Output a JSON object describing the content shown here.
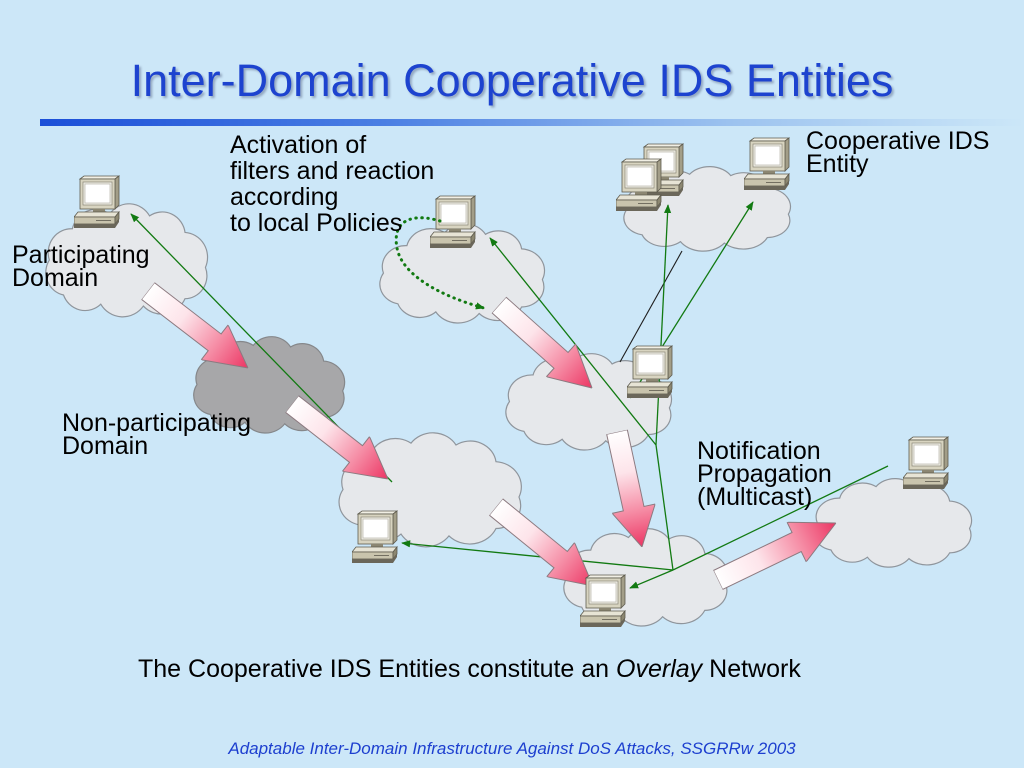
{
  "slide": {
    "title": "Inter-Domain Cooperative IDS Entities",
    "footer": "Adaptable Inter-Domain Infrastructure Against DoS Attacks, SSGRRw 2003"
  },
  "labels": {
    "activation": [
      "Activation of",
      "filters and reaction",
      "according",
      "to local Policies"
    ],
    "cooperative_entity": [
      "Cooperative IDS",
      "Entity"
    ],
    "participating": [
      "Participating",
      "Domain"
    ],
    "non_participating": [
      "Non-participating",
      "Domain"
    ],
    "notification": [
      "Notification",
      "Propagation",
      "(Multicast)"
    ]
  },
  "caption": {
    "before": "The Cooperative IDS Entities constitute an",
    "emphasis": "Overlay",
    "after": "Network"
  },
  "icons": {
    "ids_entity": "computer-icon",
    "domain": "cloud-icon"
  },
  "colors": {
    "background": "#cce7f8",
    "title": "#1d43cf",
    "footer": "#1d3fcf",
    "accent_bar": "#1b4fd8",
    "notification_line": "#127a12",
    "flow_arrow": "#ec3563",
    "domain_cloud": "#e6e8eb",
    "non_participating_cloud": "#a7a7a9"
  }
}
